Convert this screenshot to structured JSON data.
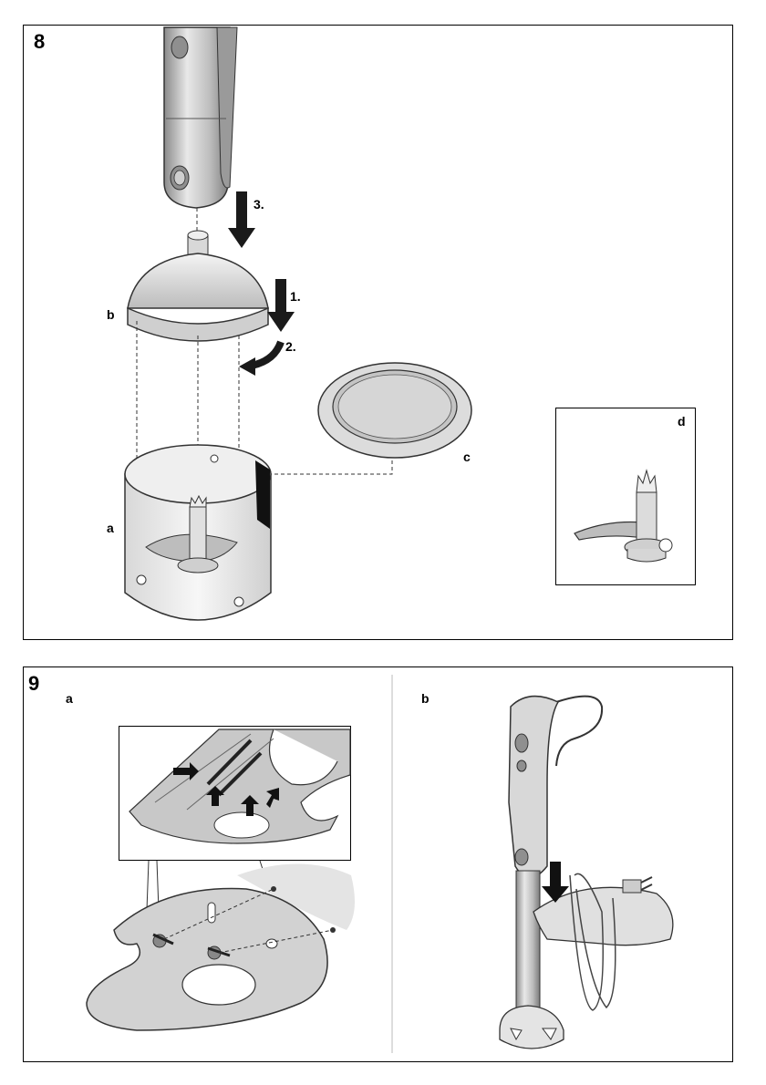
{
  "figure8": {
    "number": "8",
    "labels": {
      "a": "a",
      "b": "b",
      "c": "c",
      "d": "d"
    },
    "steps": {
      "one": "1.",
      "two": "2.",
      "three": "3."
    }
  },
  "figure9": {
    "number": "9",
    "labels": {
      "a": "a",
      "b": "b"
    }
  }
}
